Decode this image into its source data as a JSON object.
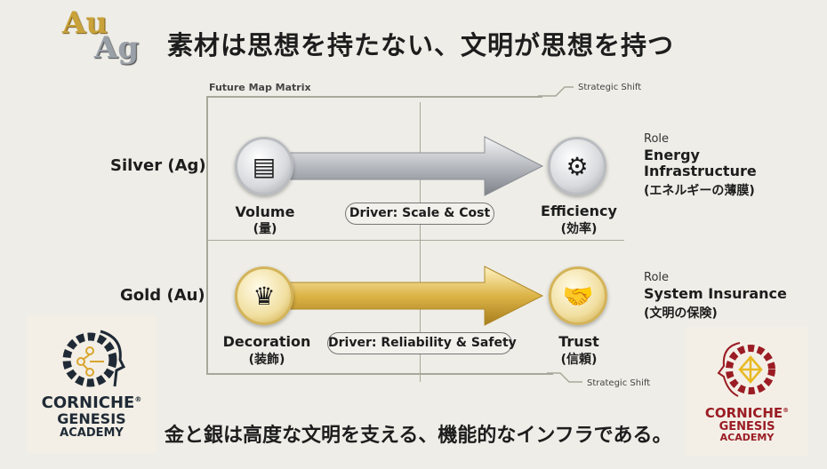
{
  "logo": {
    "au": "Au",
    "ag": "Ag"
  },
  "title": "素材は思想を持たない、文明が思想を持つ",
  "matrix": {
    "label": "Future Map Matrix",
    "strategic_shift_top": "Strategic Shift",
    "strategic_shift_bottom": "Strategic Shift"
  },
  "rows": [
    {
      "label": "Silver (Ag)",
      "from": "Volume",
      "from_jp": "(量)",
      "driver": "Driver: Scale & Cost",
      "to": "Efficiency",
      "to_jp": "(効率)",
      "role_label": "Role",
      "role_line1": "Energy",
      "role_line2": "Infrastructure",
      "role_jp": "(エネルギーの薄膜)",
      "color": "#a9adb3"
    },
    {
      "label": "Gold (Au)",
      "from": "Decoration",
      "from_jp": "(装飾)",
      "driver": "Driver: Reliability & Safety",
      "to": "Trust",
      "to_jp": "(信頼)",
      "role_label": "Role",
      "role_line1": "System Insurance",
      "role_jp": "(文明の保険)",
      "color": "#d4b04a"
    }
  ],
  "footer": "金と銀は高度な文明を支える、機能的なインフラである。",
  "brand_left": {
    "name": "CORNICHE",
    "reg": "®",
    "line2": "GENESIS",
    "line3": "ACADEMY",
    "color": "#1f2a36",
    "accent": "#d9a52e"
  },
  "brand_right": {
    "name": "CORNICHE",
    "reg": "®",
    "line2": "GENESIS",
    "line3": "ACADEMY",
    "color": "#9b1c24",
    "accent": "#e8b923"
  }
}
